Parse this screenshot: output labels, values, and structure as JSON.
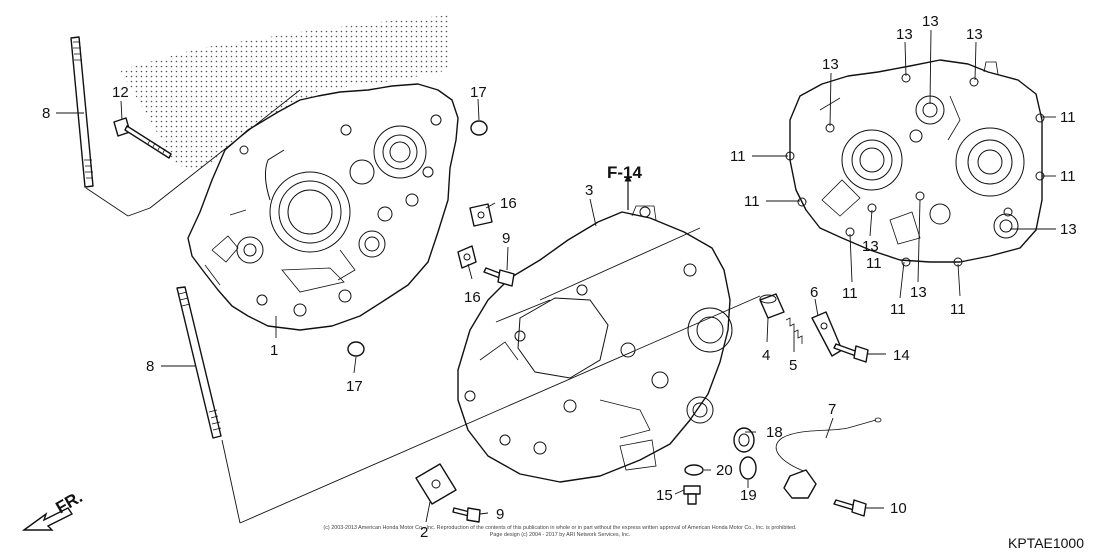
{
  "diagram": {
    "section_ref": "F-14",
    "drawing_code": "KPTAE1000",
    "front_label": "FR.",
    "copyright_lines": [
      "(c) 2003-2013 American Honda Motor Co., Inc. Reproduction of the contents of this publication in whole or in part without the express written approval of American Honda Motor Co., Inc. is prohibited.",
      "Page design (c) 2004 - 2017 by ARI Network Services, Inc."
    ],
    "callouts": {
      "c1": "1",
      "c2": "2",
      "c3": "3",
      "c4": "4",
      "c5": "5",
      "c6": "6",
      "c7": "7",
      "c8a": "8",
      "c8b": "8",
      "c9a": "9",
      "c9b": "9",
      "c10": "10",
      "c11a": "11",
      "c11b": "11",
      "c11c": "11",
      "c11d": "11",
      "c11e": "11",
      "c11f": "11",
      "c11g": "11",
      "c11h": "11",
      "c12": "12",
      "c13a": "13",
      "c13b": "13",
      "c13c": "13",
      "c13d": "13",
      "c13e": "13",
      "c13f": "13",
      "c13g": "13",
      "c14": "14",
      "c15": "15",
      "c16a": "16",
      "c16b": "16",
      "c17a": "17",
      "c17b": "17",
      "c18": "18",
      "c19": "19",
      "c20": "20"
    }
  }
}
